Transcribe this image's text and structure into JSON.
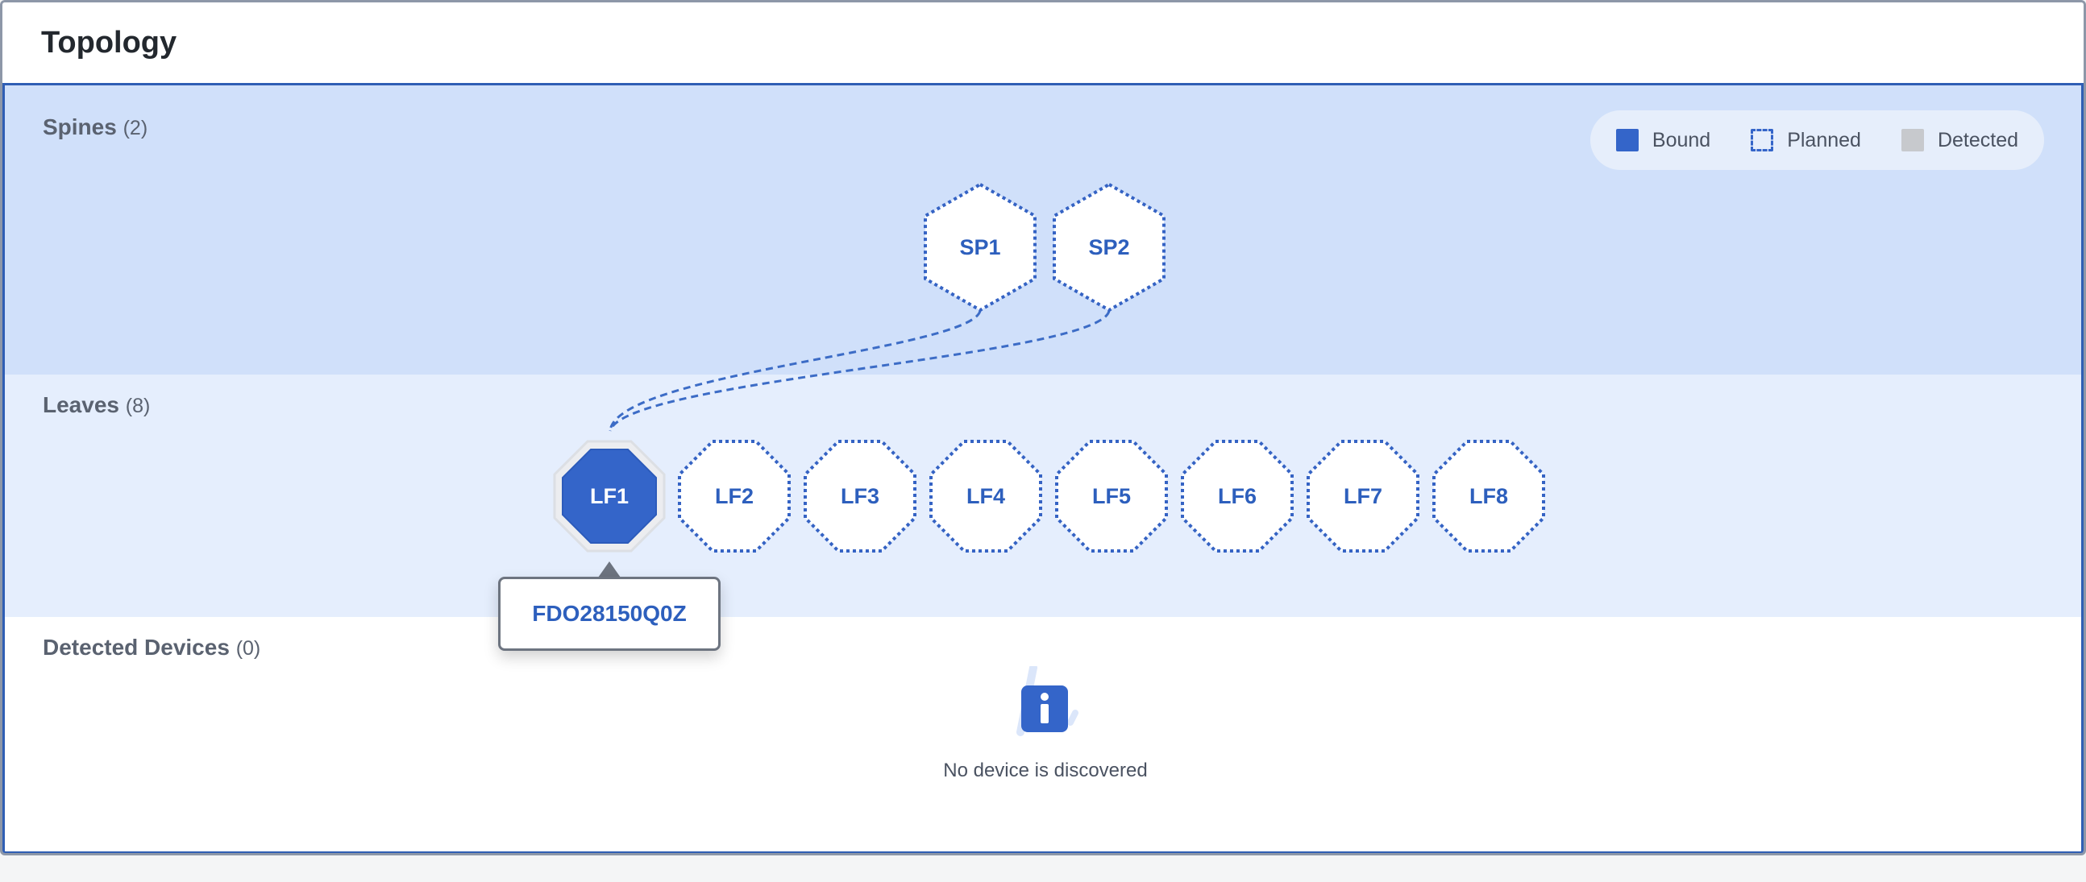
{
  "header": {
    "title": "Topology"
  },
  "legend": {
    "items": [
      {
        "label": "Bound",
        "style": "bound",
        "color": "#3465c9"
      },
      {
        "label": "Planned",
        "style": "planned",
        "color": "#3465c9"
      },
      {
        "label": "Detected",
        "style": "detected",
        "color": "#c7c9cd"
      }
    ]
  },
  "spines": {
    "label": "Spines",
    "count": "(2)",
    "nodes": [
      {
        "label": "SP1",
        "state": "planned"
      },
      {
        "label": "SP2",
        "state": "planned"
      }
    ]
  },
  "leaves": {
    "label": "Leaves",
    "count": "(8)",
    "nodes": [
      {
        "label": "LF1",
        "state": "bound"
      },
      {
        "label": "LF2",
        "state": "planned"
      },
      {
        "label": "LF3",
        "state": "planned"
      },
      {
        "label": "LF4",
        "state": "planned"
      },
      {
        "label": "LF5",
        "state": "planned"
      },
      {
        "label": "LF6",
        "state": "planned"
      },
      {
        "label": "LF7",
        "state": "planned"
      },
      {
        "label": "LF8",
        "state": "planned"
      }
    ]
  },
  "links": [
    {
      "from": "SP1",
      "to": "LF1",
      "style": "dashed"
    },
    {
      "from": "SP2",
      "to": "LF1",
      "style": "dashed"
    }
  ],
  "tooltip": {
    "text": "FDO28150Q0Z",
    "target": "LF1"
  },
  "detected": {
    "label": "Detected Devices",
    "count": "(0)",
    "empty_icon": "info-icon",
    "empty_text": "No device is discovered"
  },
  "colors": {
    "accent": "#3465c9",
    "spines_band": "#d0e0fa",
    "leaves_band": "#e5eefd"
  }
}
